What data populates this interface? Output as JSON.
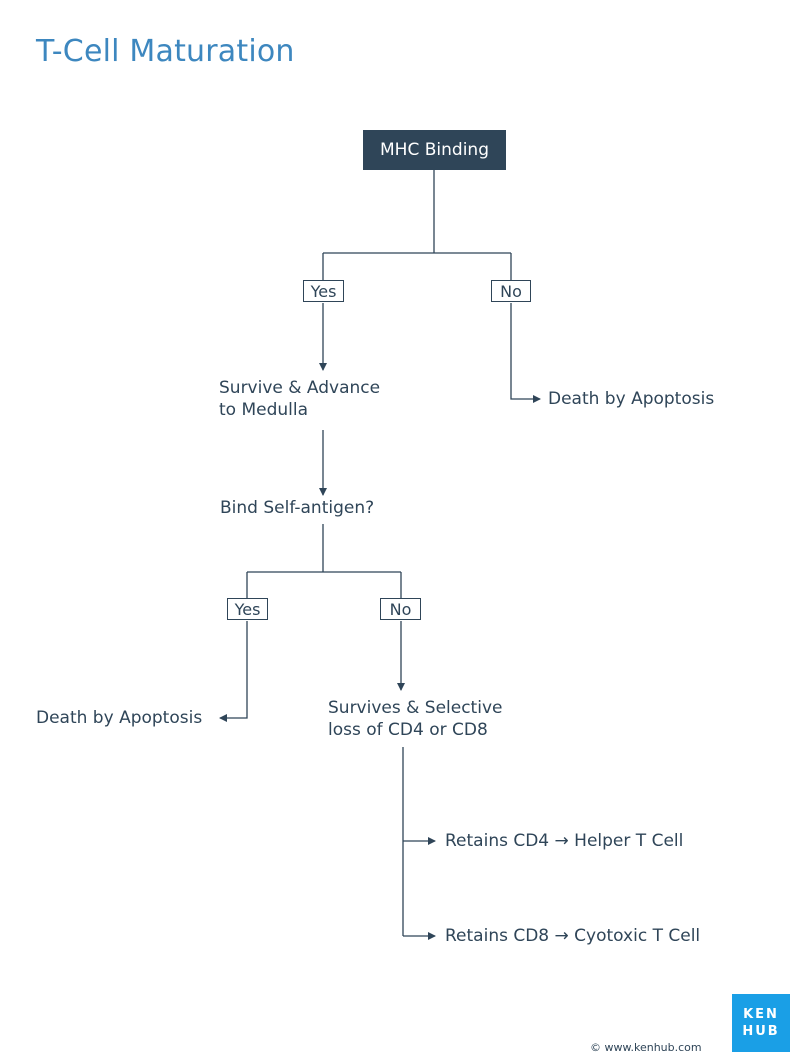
{
  "title": "T-Cell Maturation",
  "nodes": {
    "mhc_binding": "MHC Binding",
    "yes_1": "Yes",
    "no_1": "No",
    "survive_advance": [
      "Survive & Advance",
      "to Medulla"
    ],
    "death_apoptosis_1": "Death by Apoptosis",
    "bind_self_antigen": "Bind Self-antigen?",
    "yes_2": "Yes",
    "no_2": "No",
    "death_apoptosis_2": "Death by Apoptosis",
    "survives_selective": [
      "Survives & Selective",
      "loss of CD4 or CD8"
    ],
    "retains_cd4": "Retains CD4 → Helper T Cell",
    "retains_cd8": "Retains CD8 → Cyotoxic T Cell"
  },
  "colors": {
    "title": "#3d87bf",
    "dark": "#2f4558",
    "logo": "#1a9fe6"
  },
  "brand": {
    "logo_line1": "KEN",
    "logo_line2": "HUB",
    "copyright": "© www.kenhub.com"
  }
}
